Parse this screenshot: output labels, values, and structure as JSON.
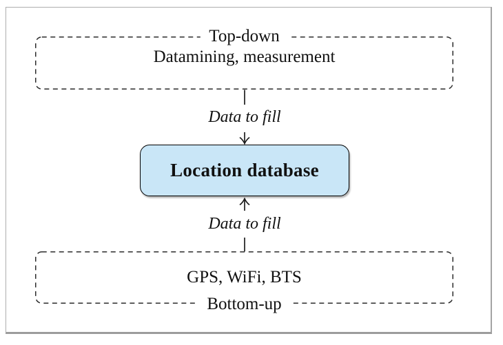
{
  "top_box": {
    "border_label": "Top-down",
    "content": "Datamining, measurement"
  },
  "center_box": {
    "label": "Location database"
  },
  "bottom_box": {
    "content": "GPS, WiFi, BTS",
    "border_label": "Bottom-up"
  },
  "flow_down": {
    "label": "Data to fill"
  },
  "flow_up": {
    "label": "Data to fill"
  },
  "colors": {
    "db_fill": "#c9e6f7",
    "line": "#1c1c1c",
    "dash": "#2a2a2a",
    "frame_border": "#adadad"
  }
}
